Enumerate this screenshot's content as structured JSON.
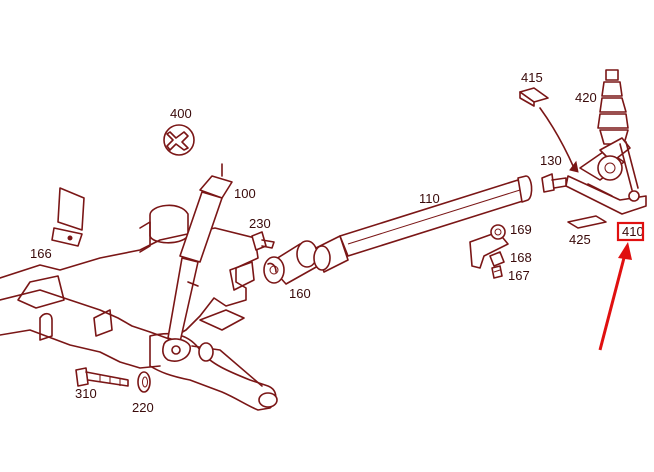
{
  "diagram": {
    "labels": {
      "p400": "400",
      "p100": "100",
      "p230": "230",
      "p166": "166",
      "p160": "160",
      "p110": "110",
      "p130": "130",
      "p415": "415",
      "p420": "420",
      "p425": "425",
      "p410": "410",
      "p169": "169",
      "p168": "168",
      "p167": "167",
      "p310": "310",
      "p220": "220"
    },
    "highlight": {
      "target": "p410",
      "color": "#e01010"
    },
    "line_color": "#7a1616"
  }
}
